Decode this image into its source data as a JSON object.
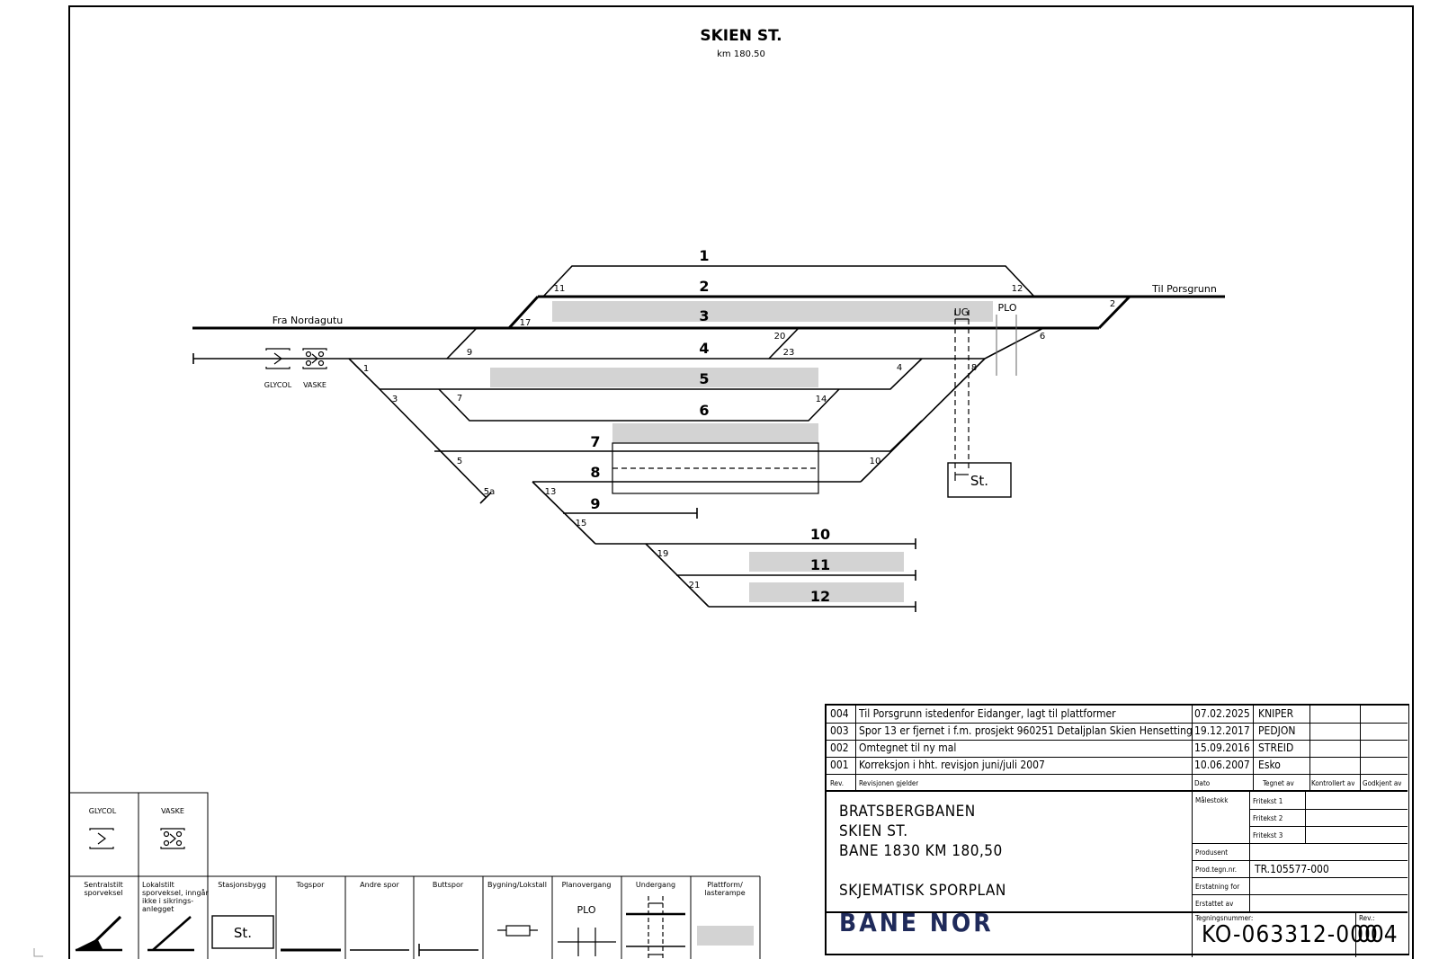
{
  "diagram": {
    "title": "SKIEN ST.",
    "subtitle": "km 180.50",
    "direction_left": "Fra Nordagutu",
    "direction_right": "Til Porsgrunn",
    "track_labels": [
      "1",
      "2",
      "3",
      "4",
      "5",
      "6",
      "7",
      "8",
      "9",
      "10",
      "11",
      "12"
    ],
    "switch_labels": [
      "11",
      "12",
      "17",
      "2",
      "9",
      "20",
      "23",
      "6",
      "1",
      "4",
      "8",
      "3",
      "7",
      "14",
      "5",
      "10",
      "5a",
      "13",
      "15",
      "19",
      "21"
    ],
    "icons": {
      "glycol": "GLYCOL",
      "vaske": "VASKE"
    },
    "plo": "PLO",
    "ug": "UG",
    "station": "St."
  },
  "legend": {
    "top": [
      {
        "label": "GLYCOL",
        "icon": "glycol-icon"
      },
      {
        "label": "VASKE",
        "icon": "vaske-icon"
      }
    ],
    "bottom": [
      {
        "label": "Sentralstilt sporveksel",
        "icon": "central-switch-icon"
      },
      {
        "label": "Lokalstilt sporveksel, inngår ikke i sikrings-anlegget",
        "icon": "local-switch-icon"
      },
      {
        "label": "Stasjonsbygg",
        "icon": "station-building-icon",
        "inner": "St."
      },
      {
        "label": "Togspor",
        "icon": "train-track-icon"
      },
      {
        "label": "Andre spor",
        "icon": "other-track-icon"
      },
      {
        "label": "Buttspor",
        "icon": "dead-end-track-icon"
      },
      {
        "label": "Bygning/Lokstall",
        "icon": "building-icon"
      },
      {
        "label": "Planovergang",
        "icon": "level-crossing-icon",
        "inner": "PLO"
      },
      {
        "label": "Undergang",
        "icon": "underpass-icon"
      },
      {
        "label": "Plattform/ lasterampe",
        "icon": "platform-icon"
      }
    ]
  },
  "title_block": {
    "revisions": [
      {
        "rev": "004",
        "desc": "Til Porsgrunn istedenfor Eidanger, lagt til plattformer",
        "date": "07.02.2025",
        "by": "KNIPER"
      },
      {
        "rev": "003",
        "desc": "Spor 13 er fjernet i f.m. prosjekt 960251 Detaljplan Skien Hensetting",
        "date": "19.12.2017",
        "by": "PEDJON"
      },
      {
        "rev": "002",
        "desc": "Omtegnet til ny mal",
        "date": "15.09.2016",
        "by": "STREID"
      },
      {
        "rev": "001",
        "desc": "Korreksjon i hht. revisjon juni/juli 2007",
        "date": "10.06.2007",
        "by": "Esko"
      }
    ],
    "headers": {
      "rev": "Rev.",
      "desc": "Revisjonen gjelder",
      "date": "Dato",
      "drawn": "Tegnet av",
      "checked": "Kontrollert av",
      "approved": "Godkjent av"
    },
    "project_lines": [
      "BRATSBERGBANEN",
      "SKIEN ST.",
      "BANE 1830 KM 180,50"
    ],
    "drawing_title": "SKJEMATISK SPORPLAN",
    "fields": {
      "scale": "Målestokk",
      "free1": "Fritekst 1",
      "free2": "Fritekst 2",
      "free3": "Fritekst 3",
      "producer": "Produsent",
      "prod_no_label": "Prod.tegn.nr.",
      "prod_no": "TR.105577-000",
      "replaces": "Erstatning for",
      "replaced_by": "Erstattet av",
      "drawing_no_label": "Tegningsnummer:",
      "drawing_no": "KO-063312-000",
      "rev_label": "Rev.:",
      "rev": "004"
    },
    "logo": "BANE NOR",
    "colors": {
      "logo": "#1f2a5a",
      "platform": "#d3d3d3"
    }
  }
}
